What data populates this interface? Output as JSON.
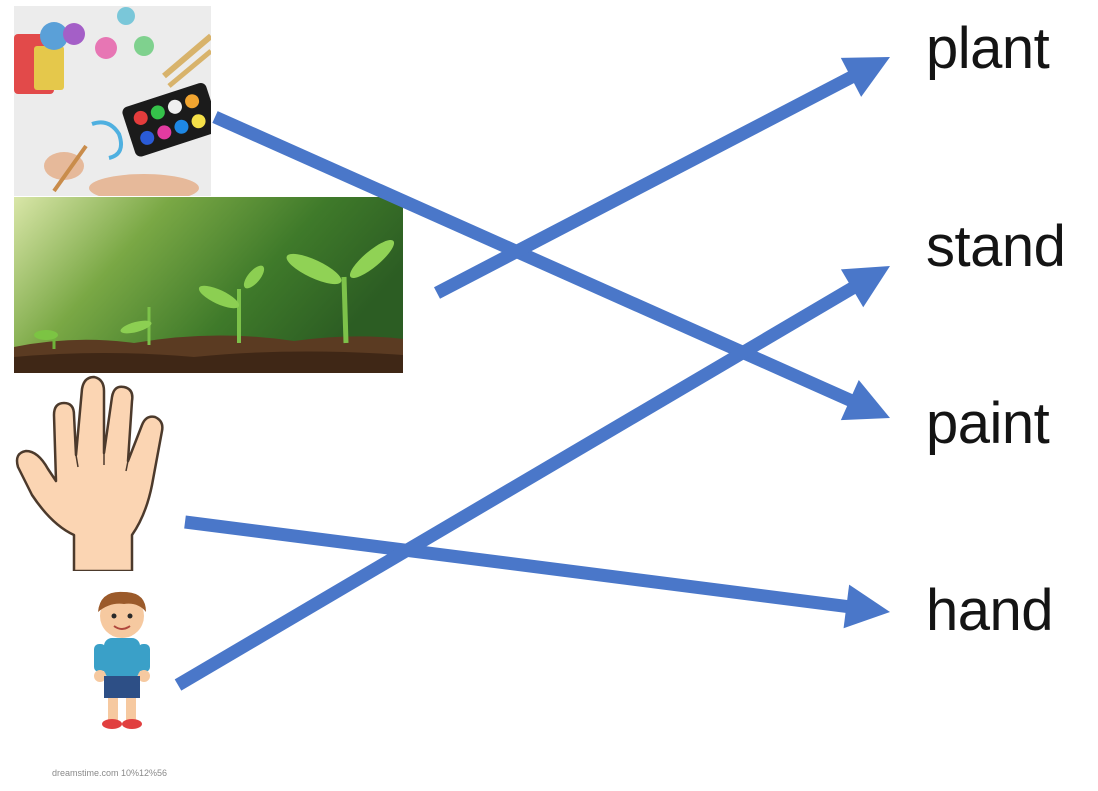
{
  "words": [
    "plant",
    "stand",
    "paint",
    "hand"
  ],
  "pictures": [
    {
      "icon": "paint-supplies-picture",
      "matches": "paint"
    },
    {
      "icon": "seedling-picture",
      "matches": "plant"
    },
    {
      "icon": "hand-picture",
      "matches": "hand"
    },
    {
      "icon": "standing-boy-picture",
      "matches": "stand"
    }
  ],
  "credit_text": "dreamstime.com  10%12%56",
  "colors": {
    "arrow": "#4a77c9",
    "background": "#ffffff",
    "text": "#141414"
  }
}
